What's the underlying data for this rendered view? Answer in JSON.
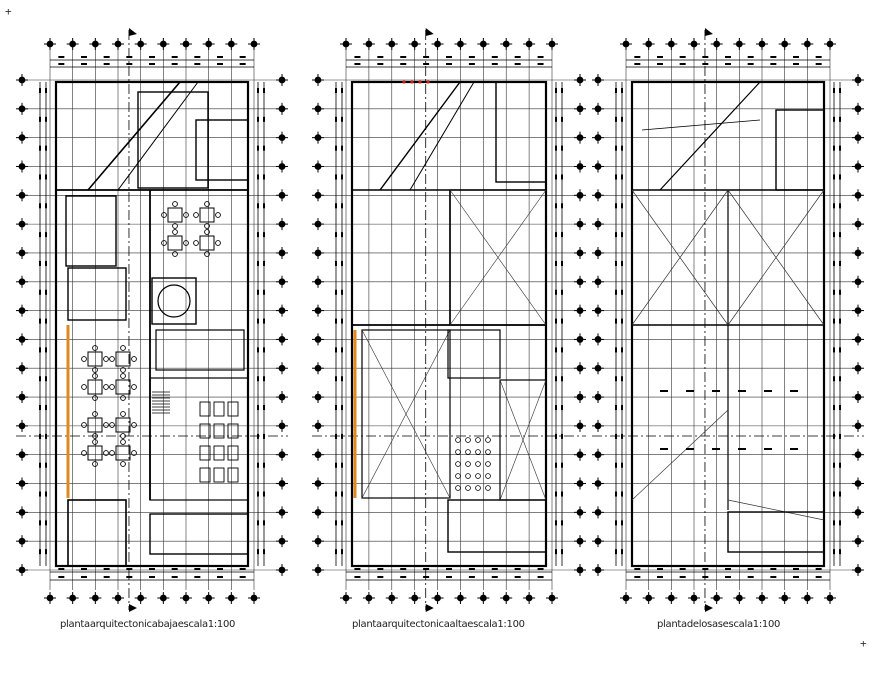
{
  "sheet": {
    "plans": [
      {
        "id": "ground",
        "caption": "plantaarquitectonicabajaescala1:100"
      },
      {
        "id": "upper",
        "caption": "plantaarquitectonicaaltaescala1:100"
      },
      {
        "id": "roof",
        "caption": "plantadelosasescala1:100"
      }
    ],
    "corner_marks": [
      "+",
      "+"
    ]
  },
  "colors": {
    "line": "#000000",
    "thin_line": "#333333",
    "accent_wall": "#e08a1e",
    "marker_red": "#cc2222",
    "background": "#ffffff"
  }
}
